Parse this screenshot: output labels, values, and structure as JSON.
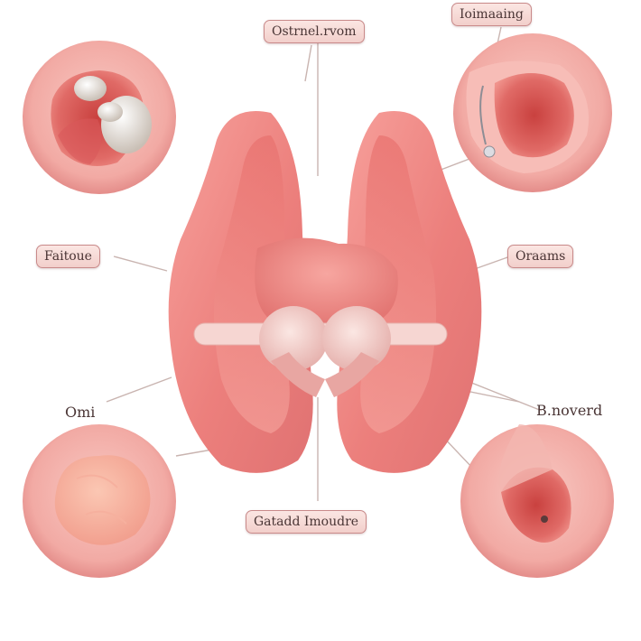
{
  "labels": {
    "top_center": "Ostrnel.rvom",
    "top_right": "Ioimaaing",
    "left_mid": "Faitoue",
    "right_mid": "Oraams",
    "left_low": "Omi",
    "right_low": "B.noverd",
    "bottom_center": "Gatadd Imoudre"
  },
  "colors": {
    "tissue": "#f08a8a",
    "tissue_light": "#f7b3ad",
    "tissue_dark": "#d9605f",
    "circle_bg": "#f5b7b1",
    "label_bg": "#f6d9d5",
    "leader_line": "#c9b4b0"
  }
}
